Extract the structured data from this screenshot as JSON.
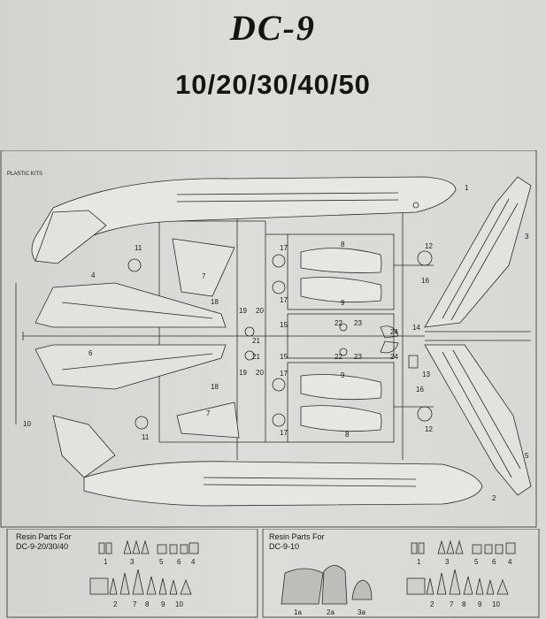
{
  "header": {
    "title": "DC-9",
    "subtitle": "10/20/30/40/50"
  },
  "sprue": {
    "section_label": "PLASTIC KITS",
    "part_numbers": [
      "1",
      "2",
      "3",
      "4",
      "5",
      "6",
      "7",
      "7",
      "8",
      "8",
      "9",
      "9",
      "10",
      "11",
      "11",
      "12",
      "12",
      "13",
      "14",
      "15",
      "15",
      "16",
      "16",
      "17",
      "17",
      "17",
      "17",
      "18",
      "18",
      "19",
      "19",
      "20",
      "20",
      "21",
      "21",
      "22",
      "22",
      "23",
      "23",
      "24",
      "24"
    ]
  },
  "resin_left": {
    "title_line1": "Resin Parts For",
    "title_line2": "DC-9-20/30/40",
    "row1_numbers": [
      "1",
      "3",
      "5",
      "6",
      "4"
    ],
    "row2_numbers": [
      "2",
      "7",
      "8",
      "9",
      "10"
    ]
  },
  "resin_right": {
    "title_line1": "Resin Parts For",
    "title_line2": "DC-9-10",
    "big_part_numbers": [
      "1a",
      "2a",
      "3a"
    ],
    "row1_numbers": [
      "1",
      "3",
      "5",
      "6",
      "4"
    ],
    "row2_numbers": [
      "2",
      "7",
      "8",
      "9",
      "10"
    ]
  }
}
